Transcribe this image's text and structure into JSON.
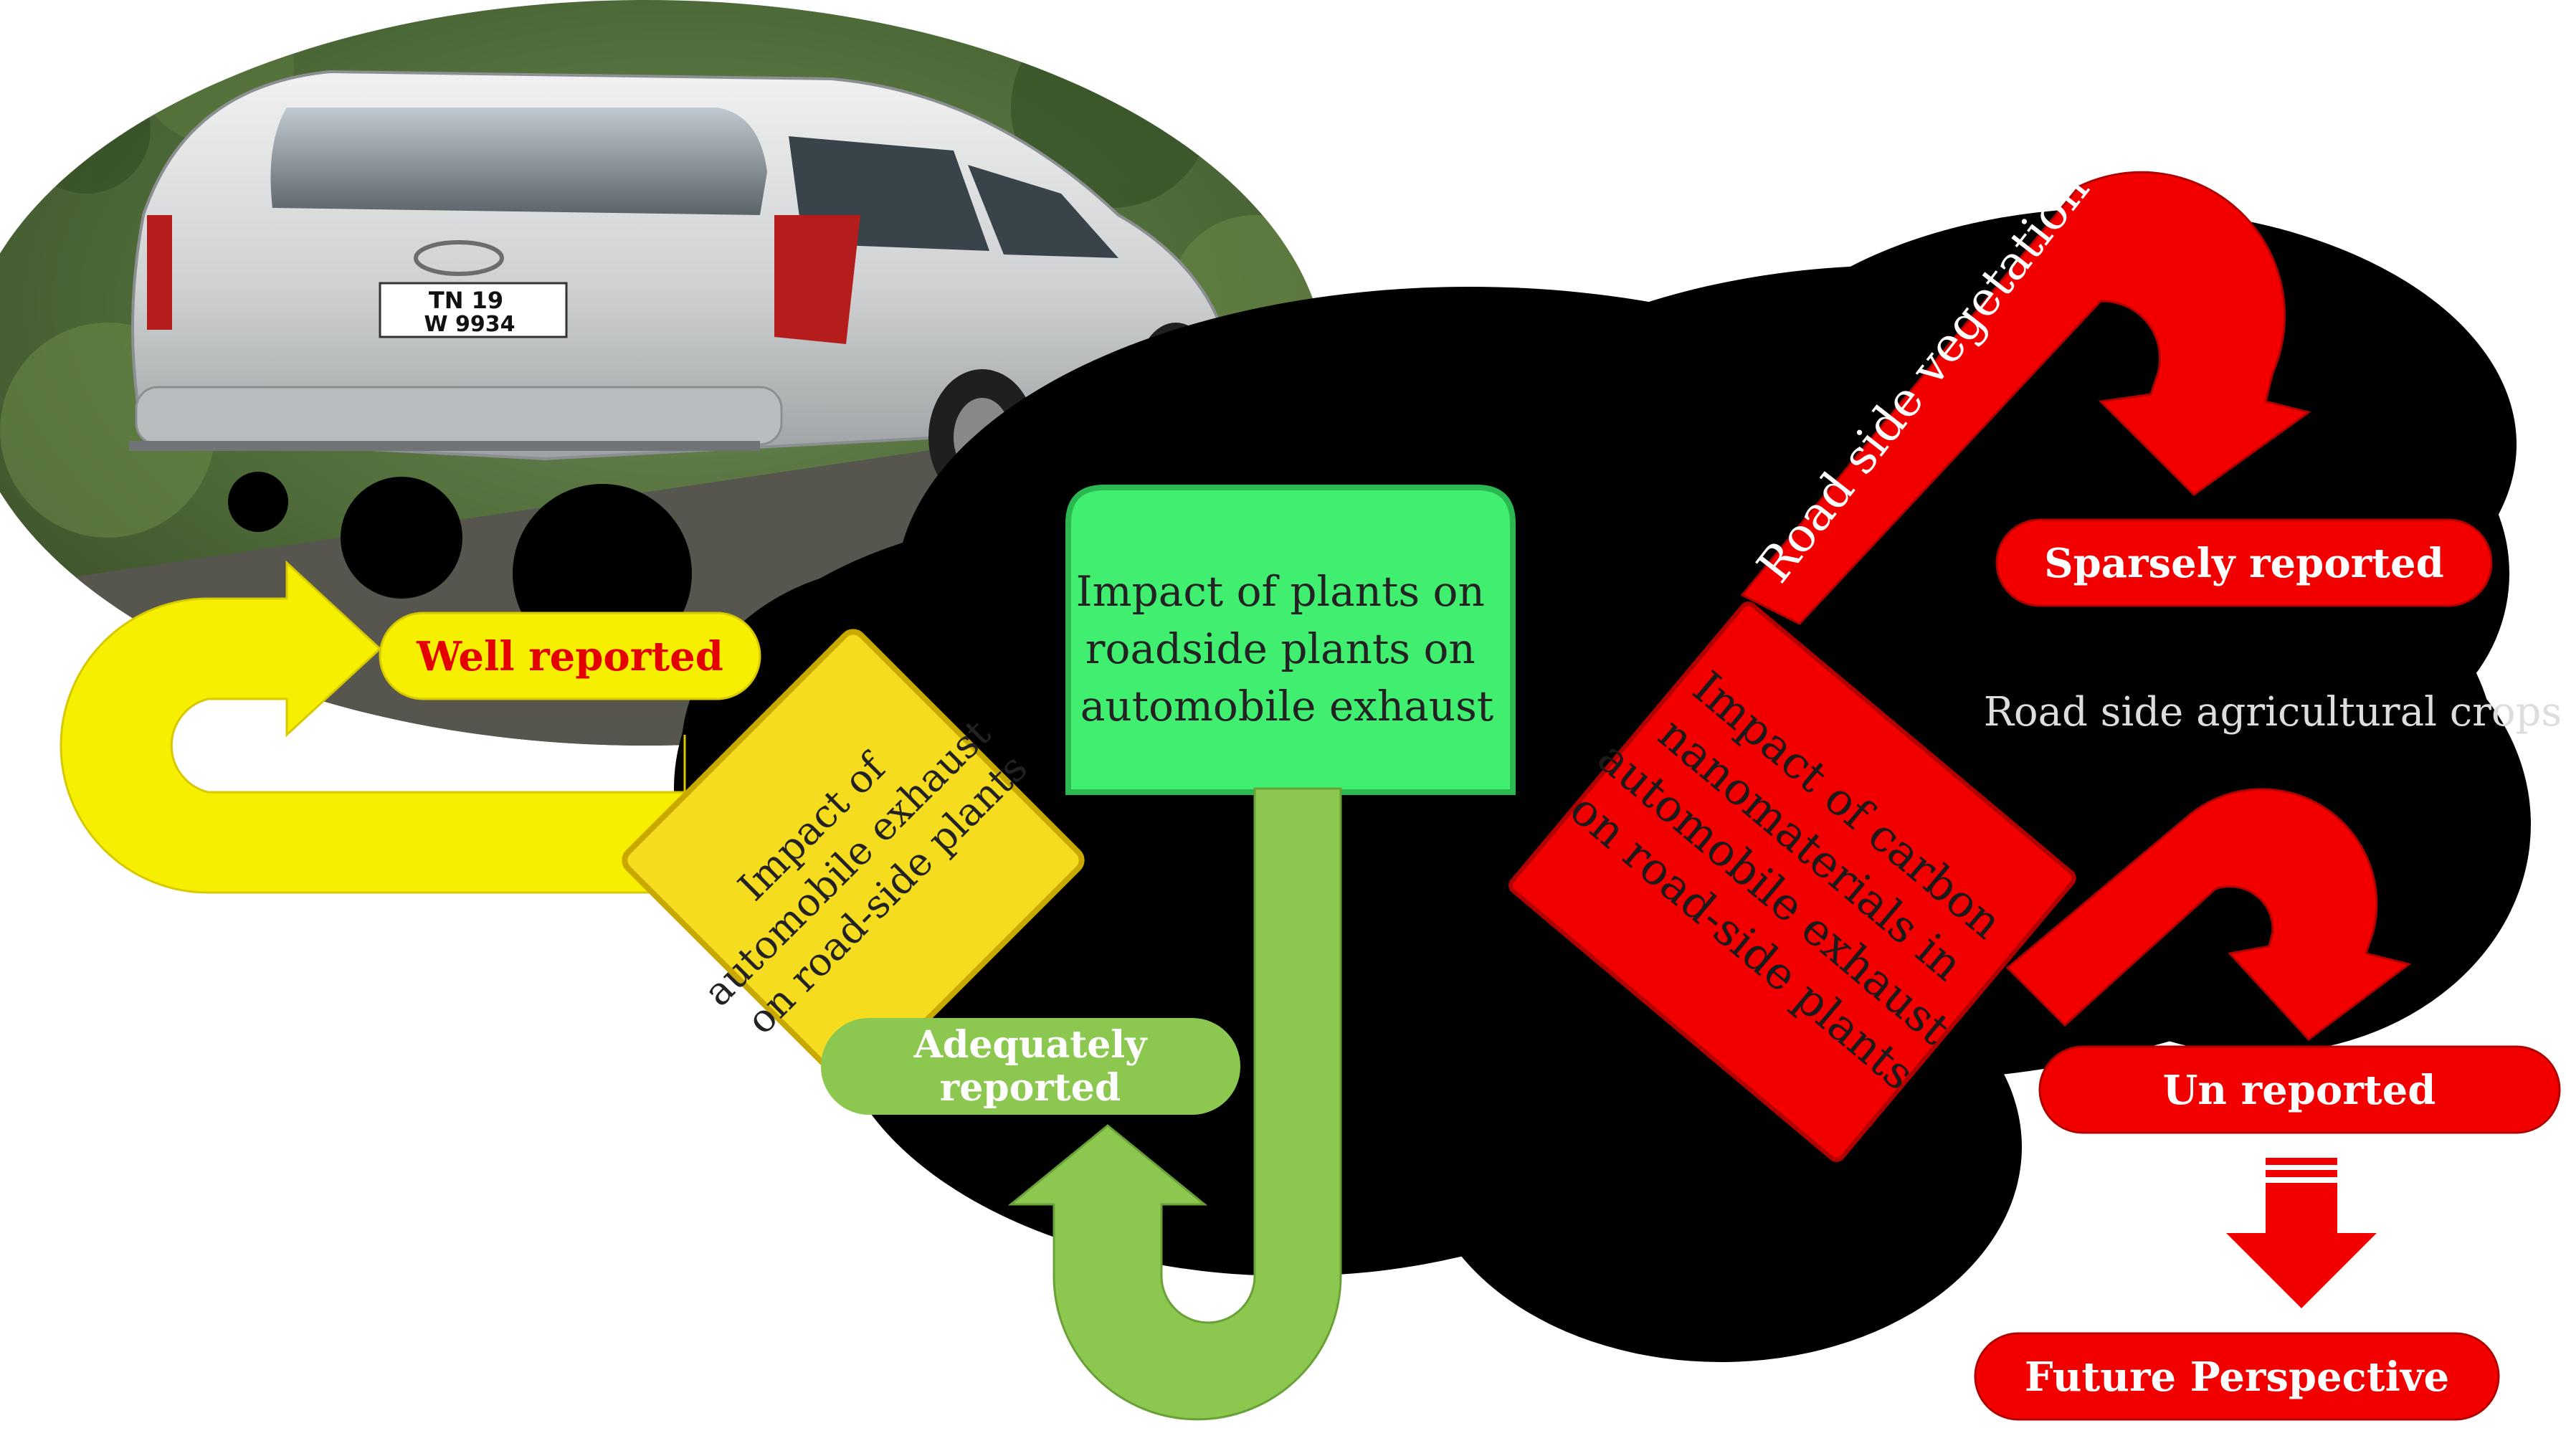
{
  "colors": {
    "cloud": "#000000",
    "yellow": "#f7ef00",
    "yellow_box": "#f5dc1e",
    "green_box": "#40ee70",
    "green_arrow": "#8cc850",
    "red": "#f20000",
    "pill_red_text": "#ffffff",
    "pill_yellow_text": "#e50000",
    "background": "#ffffff"
  },
  "photo": {
    "plate_line1": "TN 19",
    "plate_line2": "W    9934"
  },
  "boxes": {
    "yellow": {
      "lines": [
        "Impact of",
        "automobile exhaust",
        "on road-side plants"
      ]
    },
    "green": {
      "lines": [
        "Impact of plants on",
        "roadside plants on",
        "automobile exhaust"
      ]
    },
    "red": {
      "lines": [
        "Impact of carbon",
        "nanomaterials in",
        "automobile exhaust",
        "on road-side plants"
      ]
    }
  },
  "labels": {
    "well_reported": "Well reported",
    "adequately_line1": "Adequately",
    "adequately_line2": "reported",
    "sparsely_reported": "Sparsely reported",
    "un_reported": "Un reported",
    "future_perspective": "Future Perspective",
    "road_side_vegetation": "Road side vegetation",
    "road_side_crops": "Road side agricultural crops"
  }
}
